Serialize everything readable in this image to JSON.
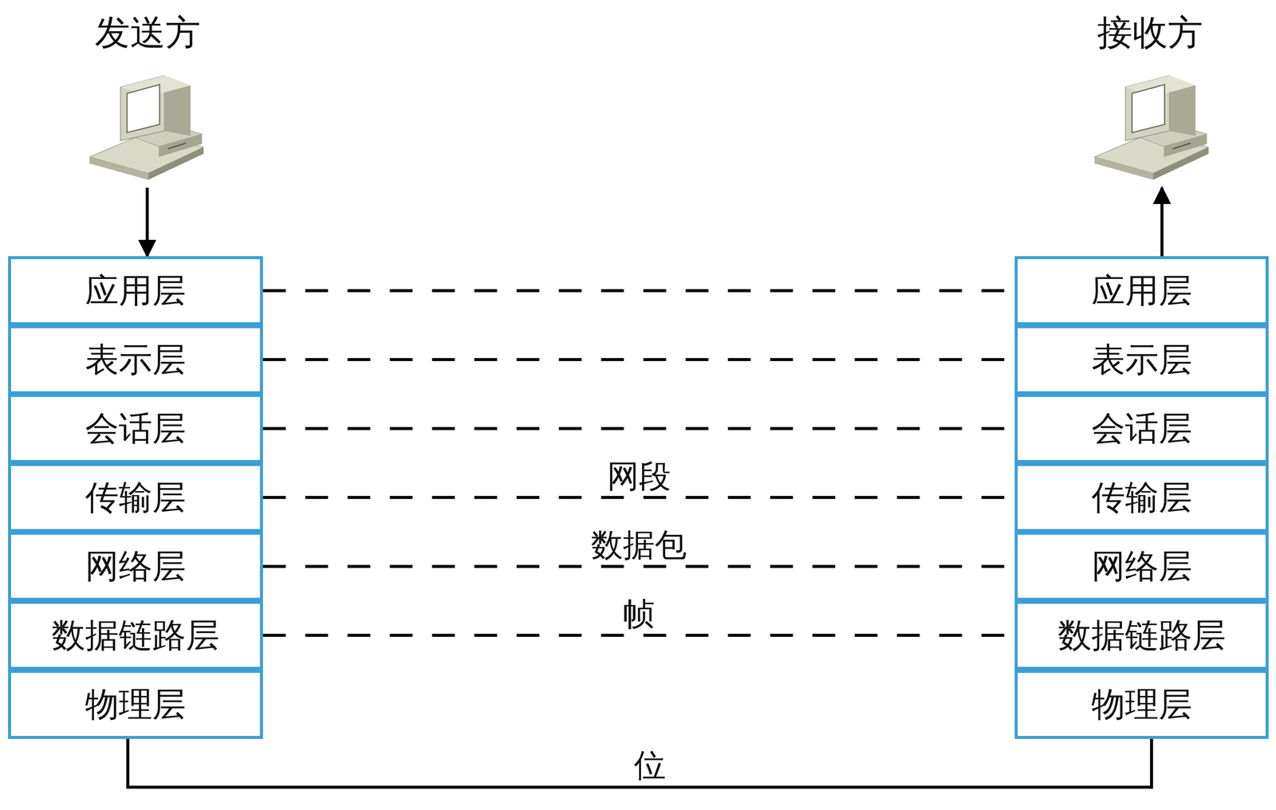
{
  "diagram": {
    "nodes": [
      {
        "text": [
          "发送方"
        ]
      },
      {
        "text": [
          "接收方"
        ]
      },
      {
        "text": [
          "应用层"
        ]
      },
      {
        "text": [
          "表示层"
        ]
      },
      {
        "text": [
          "会话层"
        ]
      },
      {
        "text": [
          "传输层"
        ]
      },
      {
        "text": [
          "网络层"
        ]
      },
      {
        "text": [
          "数据链路层"
        ]
      },
      {
        "text": [
          "物理层"
        ]
      },
      {
        "text": [
          "应用层"
        ]
      },
      {
        "text": [
          "表示层"
        ]
      },
      {
        "text": [
          "会话层"
        ]
      },
      {
        "text": [
          "传输层"
        ]
      },
      {
        "text": [
          "网络层"
        ]
      },
      {
        "text": [
          "数据链路层"
        ]
      },
      {
        "text": [
          "物理层"
        ]
      }
    ],
    "edges": [
      {
        "from": 0,
        "to": 2,
        "arrow": "to"
      },
      {
        "from": 2,
        "to": 9,
        "arrow": "none"
      },
      {
        "from": 3,
        "to": 10,
        "arrow": "none"
      },
      {
        "from": 4,
        "to": 11,
        "arrow": "none"
      },
      {
        "from": 5,
        "to": 12,
        "label": "网段",
        "arrow": "none"
      },
      {
        "from": 6,
        "to": 13,
        "label": "数据包",
        "arrow": "none"
      },
      {
        "from": 7,
        "to": 14,
        "label": "帧",
        "arrow": "none"
      },
      {
        "from": 8,
        "to": 15,
        "label": "位",
        "arrow": "none"
      },
      {
        "from": 9,
        "to": 1,
        "arrow": "to"
      }
    ]
  }
}
